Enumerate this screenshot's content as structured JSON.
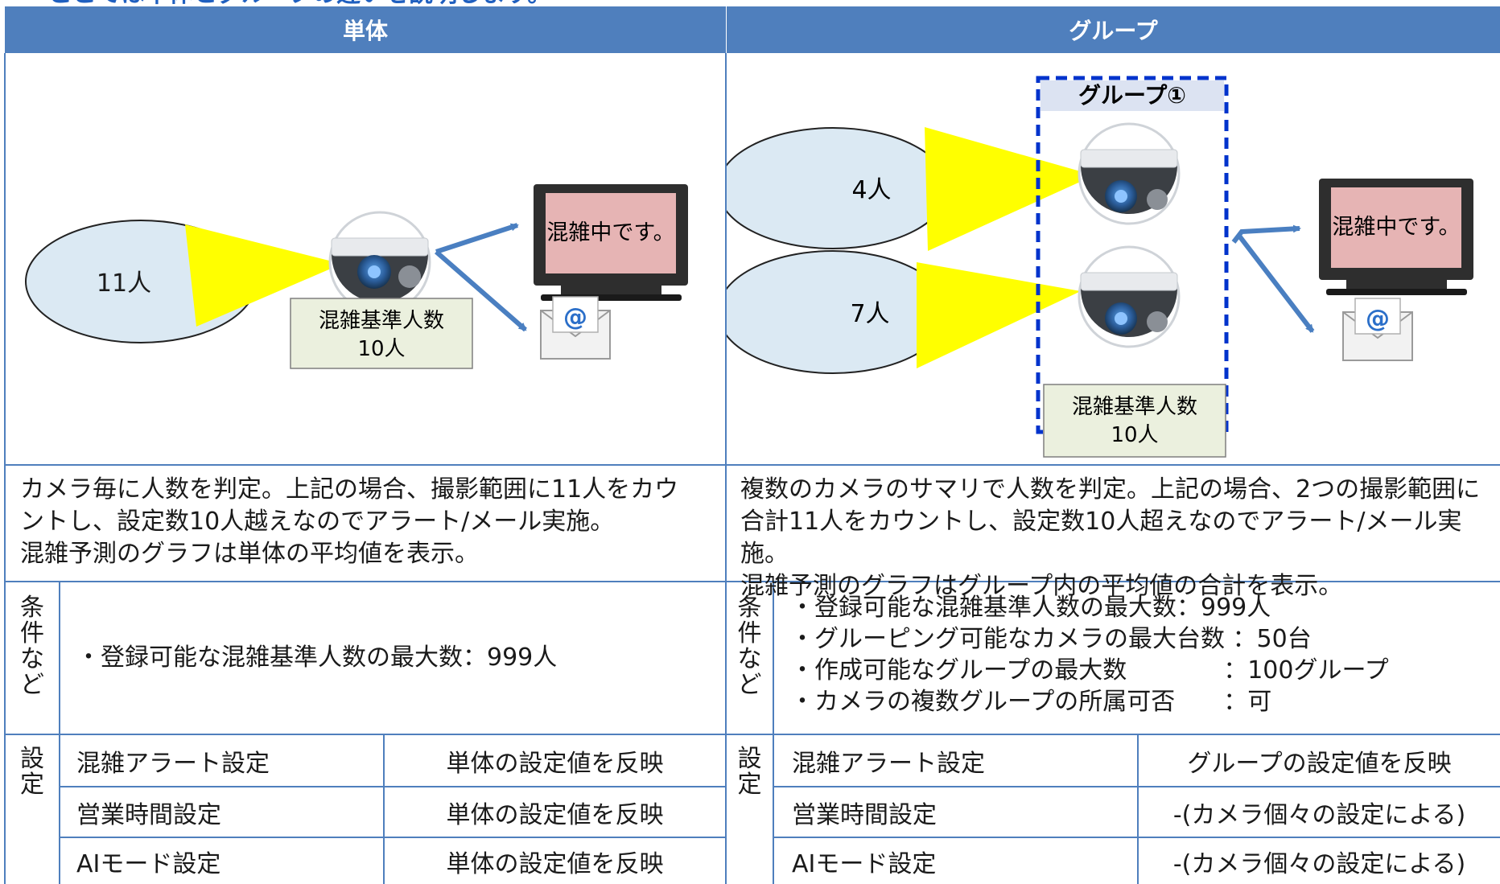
{
  "top_caption": "ここでは単体とグループの違いを説明します。",
  "headers": {
    "single": "単体",
    "group": "グループ"
  },
  "single_diagram": {
    "people_count": "11人",
    "threshold_line1": "混雑基準人数",
    "threshold_line2": "10人",
    "monitor_text": "混雑中です。",
    "mail_symbol": "@"
  },
  "group_diagram": {
    "group_label": "グループ①",
    "people_count_1": "4人",
    "people_count_2": "7人",
    "threshold_line1": "混雑基準人数",
    "threshold_line2": "10人",
    "monitor_text": "混雑中です。",
    "mail_symbol": "@"
  },
  "descriptions": {
    "single": "カメラ毎に人数を判定。上記の場合、撮影範囲に11人をカウ\nントし、設定数10人越えなのでアラート/メール実施。\n混雑予測のグラフは単体の平均値を表示。",
    "group": "複数のカメラのサマリで人数を判定。上記の場合、2つの撮影範囲に\n合計11人をカウントし、設定数10人超えなのでアラート/メール実施。\n混雑予測のグラフはグループ内の平均値の合計を表示。"
  },
  "conditions": {
    "label_chars": [
      "条",
      "件",
      "な",
      "ど"
    ],
    "single": "・登録可能な混雑基準人数の最大数：999人",
    "group_lines": [
      "・登録可能な混雑基準人数の最大数：999人",
      "・グルーピング可能なカメラの最大台数 ：50台",
      "・作成可能なグループの最大数　　　　：100グループ",
      "・カメラの複数グループの所属可否　　：可"
    ]
  },
  "settings": {
    "label_chars": [
      "設",
      "定"
    ],
    "single": [
      {
        "name": "混雑アラート設定",
        "value": "単体の設定値を反映"
      },
      {
        "name": "営業時間設定",
        "value": "単体の設定値を反映"
      },
      {
        "name": "AIモード設定",
        "value": "単体の設定値を反映"
      }
    ],
    "group": [
      {
        "name": "混雑アラート設定",
        "value": "グループの設定値を反映"
      },
      {
        "name": "営業時間設定",
        "value": "-(カメラ個々の設定による)"
      },
      {
        "name": "AIモード設定",
        "value": "-(カメラ個々の設定による)"
      }
    ]
  },
  "colors": {
    "header_blue": "#4f7fbd",
    "ellipse_fill": "#dbe9f3",
    "cone_yellow": "#ffff00",
    "threshold_box": "#ebf0de",
    "monitor_screen": "#e6b4b4",
    "arrow_blue": "#4a7fc1",
    "group_dashed": "#0033cc"
  }
}
